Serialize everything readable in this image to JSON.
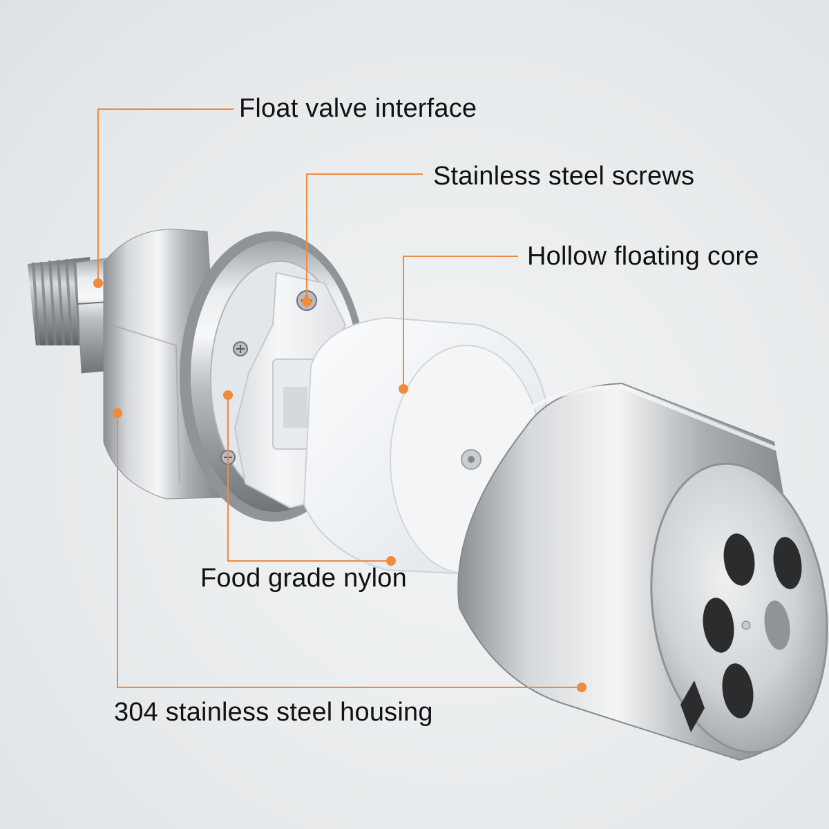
{
  "labels": {
    "float_valve_interface": "Float valve interface",
    "stainless_steel_screws": "Stainless steel screws",
    "hollow_floating_core": "Hollow floating core",
    "food_grade_nylon": "Food grade nylon",
    "housing": "304 stainless steel housing"
  },
  "colors": {
    "leader_line": "#f08a3c",
    "label_text": "#111111",
    "background": "#e6e9eb"
  }
}
